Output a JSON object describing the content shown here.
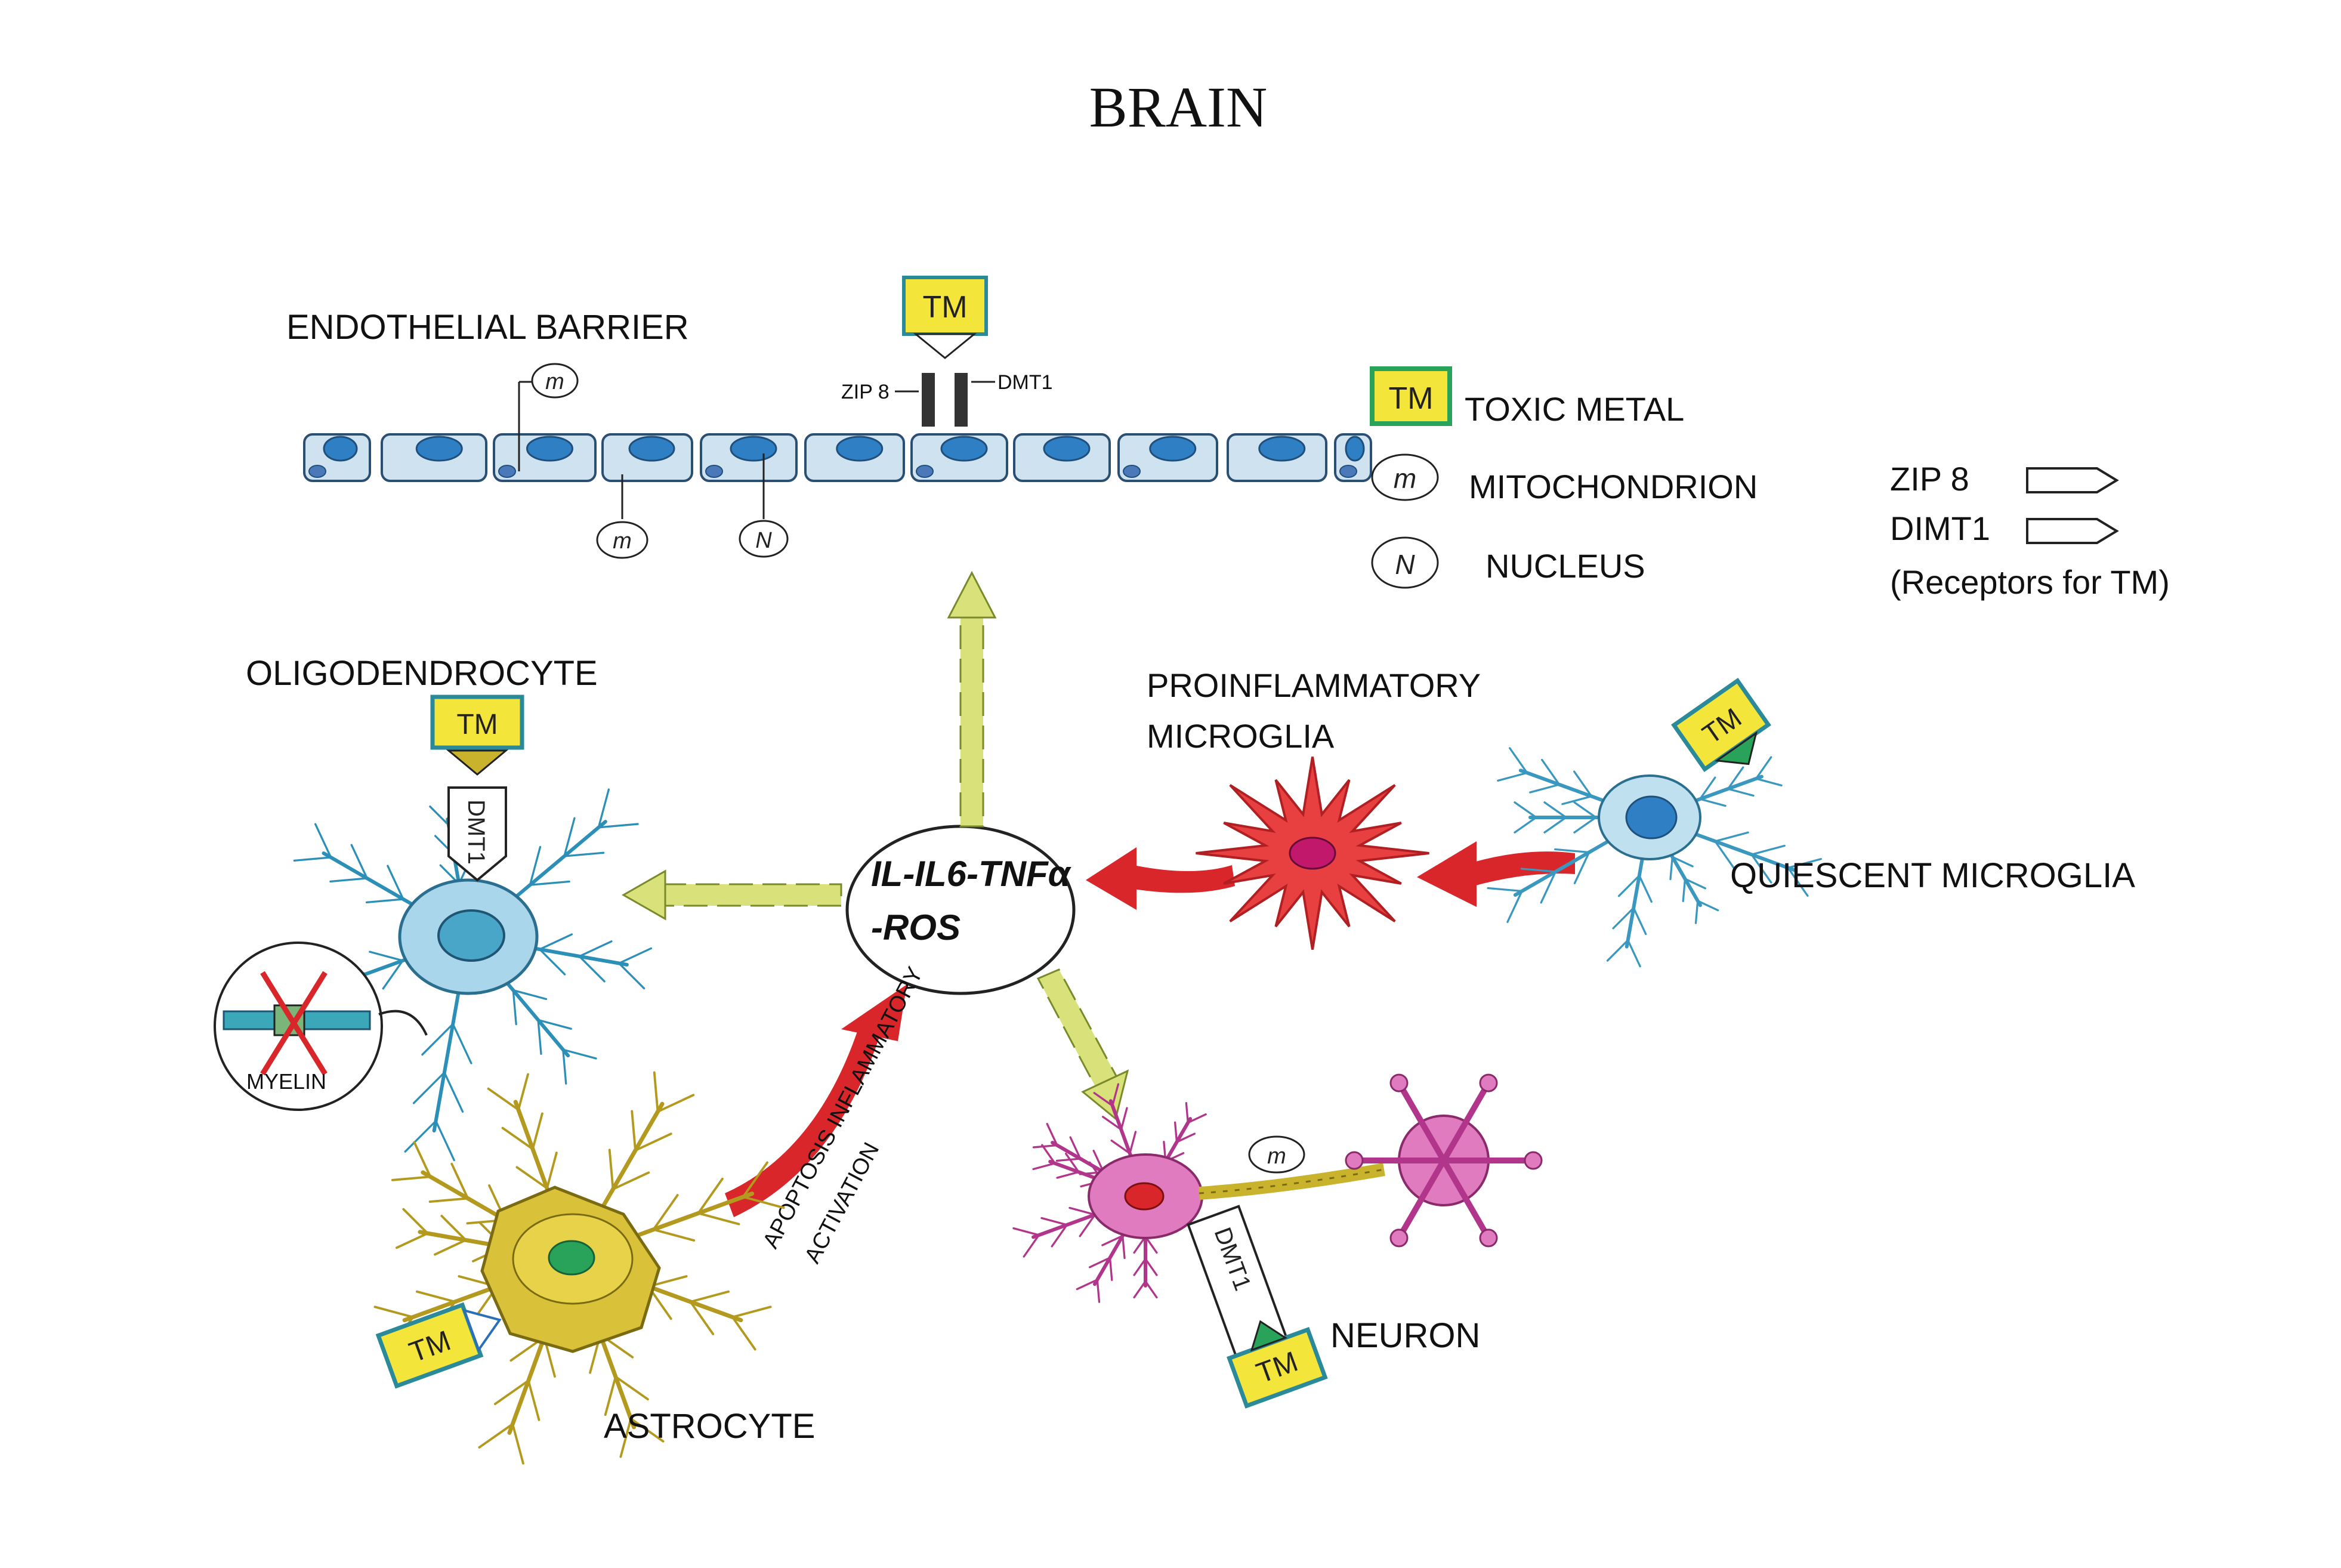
{
  "title": "BRAIN",
  "labels": {
    "endothelial": "ENDOTHELIAL BARRIER",
    "zip8_small": "ZIP 8",
    "dmt1_small": "DMT1",
    "oligodendrocyte": "OLIGODENDROCYTE",
    "myelin": "MYELIN",
    "proinflammatory_1": "PROINFLAMMATORY",
    "proinflammatory_2": "MICROGLIA",
    "quiescent": "QUIESCENT MICROGLIA",
    "cytokines_1": "IL-IL6-TNFα",
    "cytokines_2": "-ROS",
    "apoptosis_1": "APOPTOSIS INFLAMMATORY",
    "apoptosis_2": "ACTIVATION",
    "astrocyte": "ASTROCYTE",
    "neuron": "NEURON",
    "tm": "TM",
    "m": "m",
    "n": "N",
    "dmt1_receptor": "DMT1"
  },
  "legend": {
    "toxic_metal": "TOXIC METAL",
    "mitochondrion": "MITOCHONDRION",
    "nucleus": "NUCLEUS",
    "zip8": "ZIP 8",
    "dimt1": "DIMT1",
    "receptors_note": "(Receptors for TM)"
  },
  "colors": {
    "tm_fill": "#f3e53a",
    "tm_border": "#2a8a9a",
    "endothelial_cell": "#cfe2f0",
    "endothelial_nucleus": "#2e7fc4",
    "green_arrow": "#b9cc4a",
    "red_arrow": "#d8262a",
    "oligo": "#4aa6c9",
    "astrocyte": "#c9b32d",
    "astro_nucleus": "#2aa35a",
    "neuron": "#c44aa0",
    "neuron_nucleus": "#d8262a",
    "pro_microglia": "#e03434",
    "quiescent": "#4fa8c8",
    "outline": "#222222"
  }
}
